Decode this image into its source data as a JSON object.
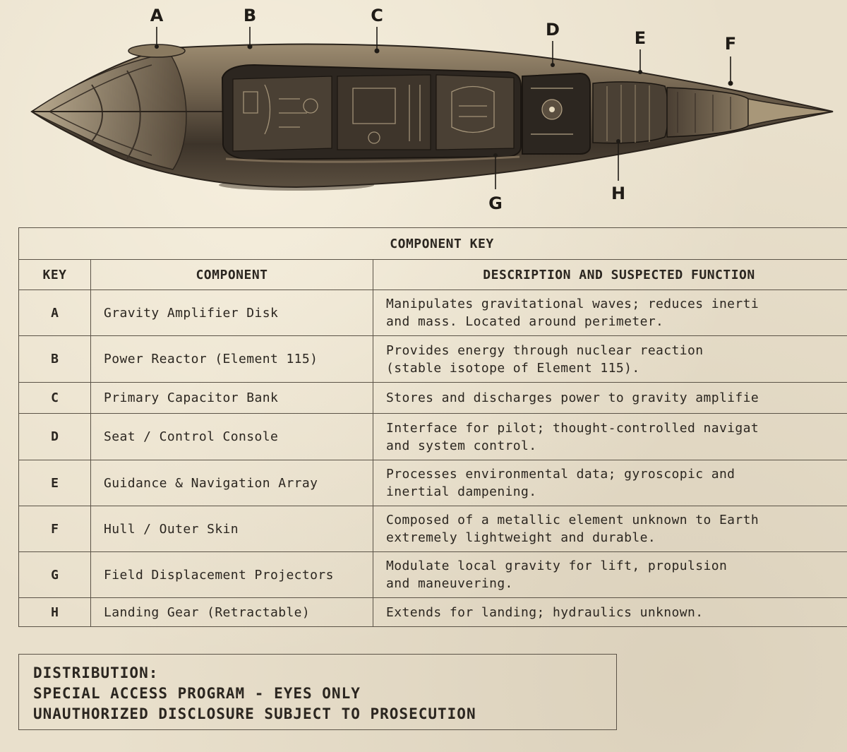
{
  "callouts": [
    "A",
    "B",
    "C",
    "D",
    "E",
    "F",
    "G",
    "H"
  ],
  "table": {
    "title": "COMPONENT KEY",
    "headers": {
      "key": "KEY",
      "component": "COMPONENT",
      "description": "DESCRIPTION AND SUSPECTED FUNCTION"
    },
    "rows": [
      {
        "key": "A",
        "component": "Gravity Amplifier Disk",
        "description": "Manipulates gravitational waves; reduces inerti\nand mass. Located around perimeter."
      },
      {
        "key": "B",
        "component": "Power Reactor (Element 115)",
        "description": "Provides energy through nuclear reaction\n(stable isotope of Element 115)."
      },
      {
        "key": "C",
        "component": "Primary Capacitor Bank",
        "description": "Stores and discharges power to gravity amplifie"
      },
      {
        "key": "D",
        "component": "Seat / Control Console",
        "description": "Interface for pilot; thought-controlled navigat\nand system control."
      },
      {
        "key": "E",
        "component": "Guidance & Navigation Array",
        "description": "Processes environmental data; gyroscopic and\ninertial dampening."
      },
      {
        "key": "F",
        "component": "Hull / Outer Skin",
        "description": "Composed of a metallic element unknown to Earth\nextremely lightweight and durable."
      },
      {
        "key": "G",
        "component": "Field Displacement Projectors",
        "description": "Modulate local gravity for lift, propulsion\nand maneuvering."
      },
      {
        "key": "H",
        "component": "Landing Gear (Retractable)",
        "description": "Extends for landing; hydraulics unknown."
      }
    ]
  },
  "distribution": [
    "DISTRIBUTION:",
    "SPECIAL ACCESS PROGRAM - EYES ONLY",
    "UNAUTHORIZED DISCLOSURE SUBJECT TO PROSECUTION"
  ],
  "colors": {
    "paper": "#e9e0cc",
    "ink": "#2b2620",
    "hull_dark": "#3a3128",
    "hull_mid": "#7a6a55",
    "hull_light": "#b3a285"
  }
}
